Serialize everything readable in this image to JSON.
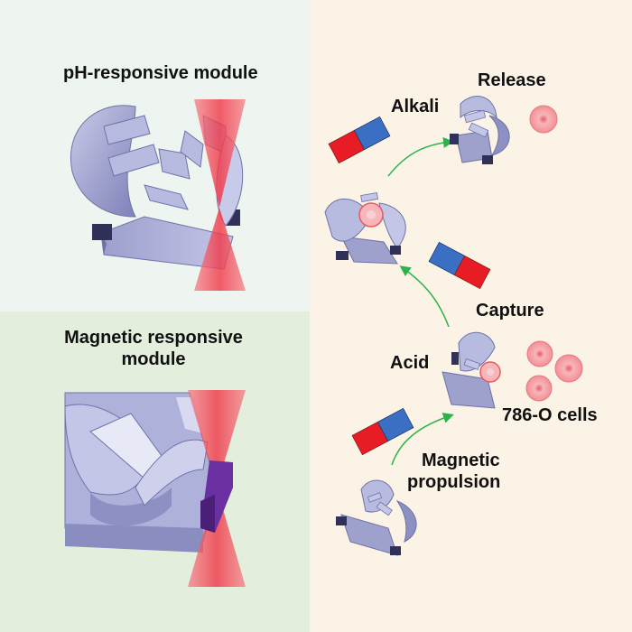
{
  "left_panel": {
    "ph_module_title": "pH-responsive module",
    "magnetic_module_title_line1": "Magnetic responsive",
    "magnetic_module_title_line2": "module"
  },
  "right_panel": {
    "release_label": "Release",
    "alkali_label": "Alkali",
    "capture_label": "Capture",
    "acid_label": "Acid",
    "cells_label": "786-O cells",
    "propulsion_line1": "Magnetic",
    "propulsion_line2": "propulsion"
  },
  "colors": {
    "top_left_bg": "#eef4ef",
    "bottom_left_bg": "#e3efdc",
    "right_bg": "#fbf3e6",
    "robot": "#9ea1cc",
    "laser": "#f05a64",
    "magnet_red": "#e81c24",
    "magnet_blue": "#3a6fc4",
    "arrow": "#2db34a",
    "cell": "#f5a9ad",
    "pH_gate": "#6a2fa0"
  }
}
